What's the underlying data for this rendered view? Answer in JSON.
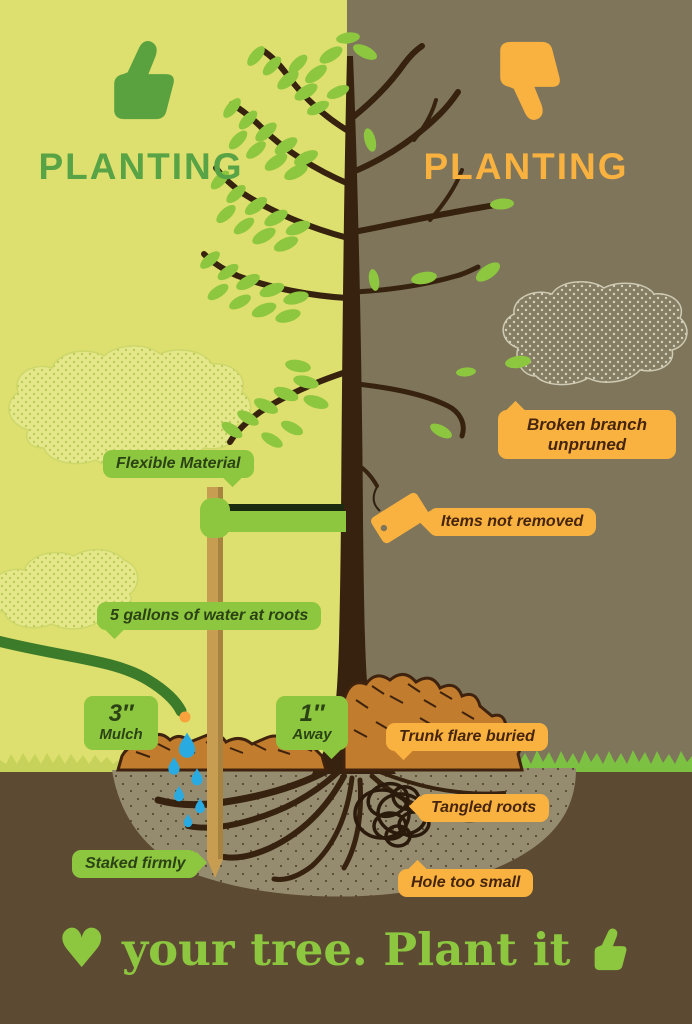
{
  "palette": {
    "left_bg": "#dde06e",
    "right_bg": "#7e755a",
    "soil": "#5c4a33",
    "accent_green": "#8dc63f",
    "header_green": "#57a345",
    "accent_orange": "#f9b13f",
    "trunk_brown": "#36220f",
    "stake_tan": "#c79d52",
    "hose_green": "#3c7b2a",
    "water_blue": "#29abe2",
    "mulch_orange": "#c17c2e",
    "hole_gray": "#958b6f",
    "grass_left": "#c6d25a",
    "grass_right": "#7cc142",
    "bubble_text_green": "#2b4215",
    "bubble_text_brown": "#46250f"
  },
  "left": {
    "title": "PLANTING",
    "icon": "thumbs-up-icon",
    "labels": {
      "flexible": "Flexible Material",
      "water": "5 gallons of water at roots",
      "mulch_value": "3″",
      "mulch_word": "Mulch",
      "away_value": "1″",
      "away_word": "Away",
      "staked": "Staked firmly"
    }
  },
  "right": {
    "title": "PLANTING",
    "icon": "thumbs-down-icon",
    "labels": {
      "broken": "Broken branch unpruned",
      "items": "Items not removed",
      "flare": "Trunk flare buried",
      "tangled": "Tangled roots",
      "hole": "Hole too small"
    }
  },
  "footer": {
    "heart": "♥",
    "text": "your tree. Plant it",
    "icon": "thumbs-up-icon"
  }
}
